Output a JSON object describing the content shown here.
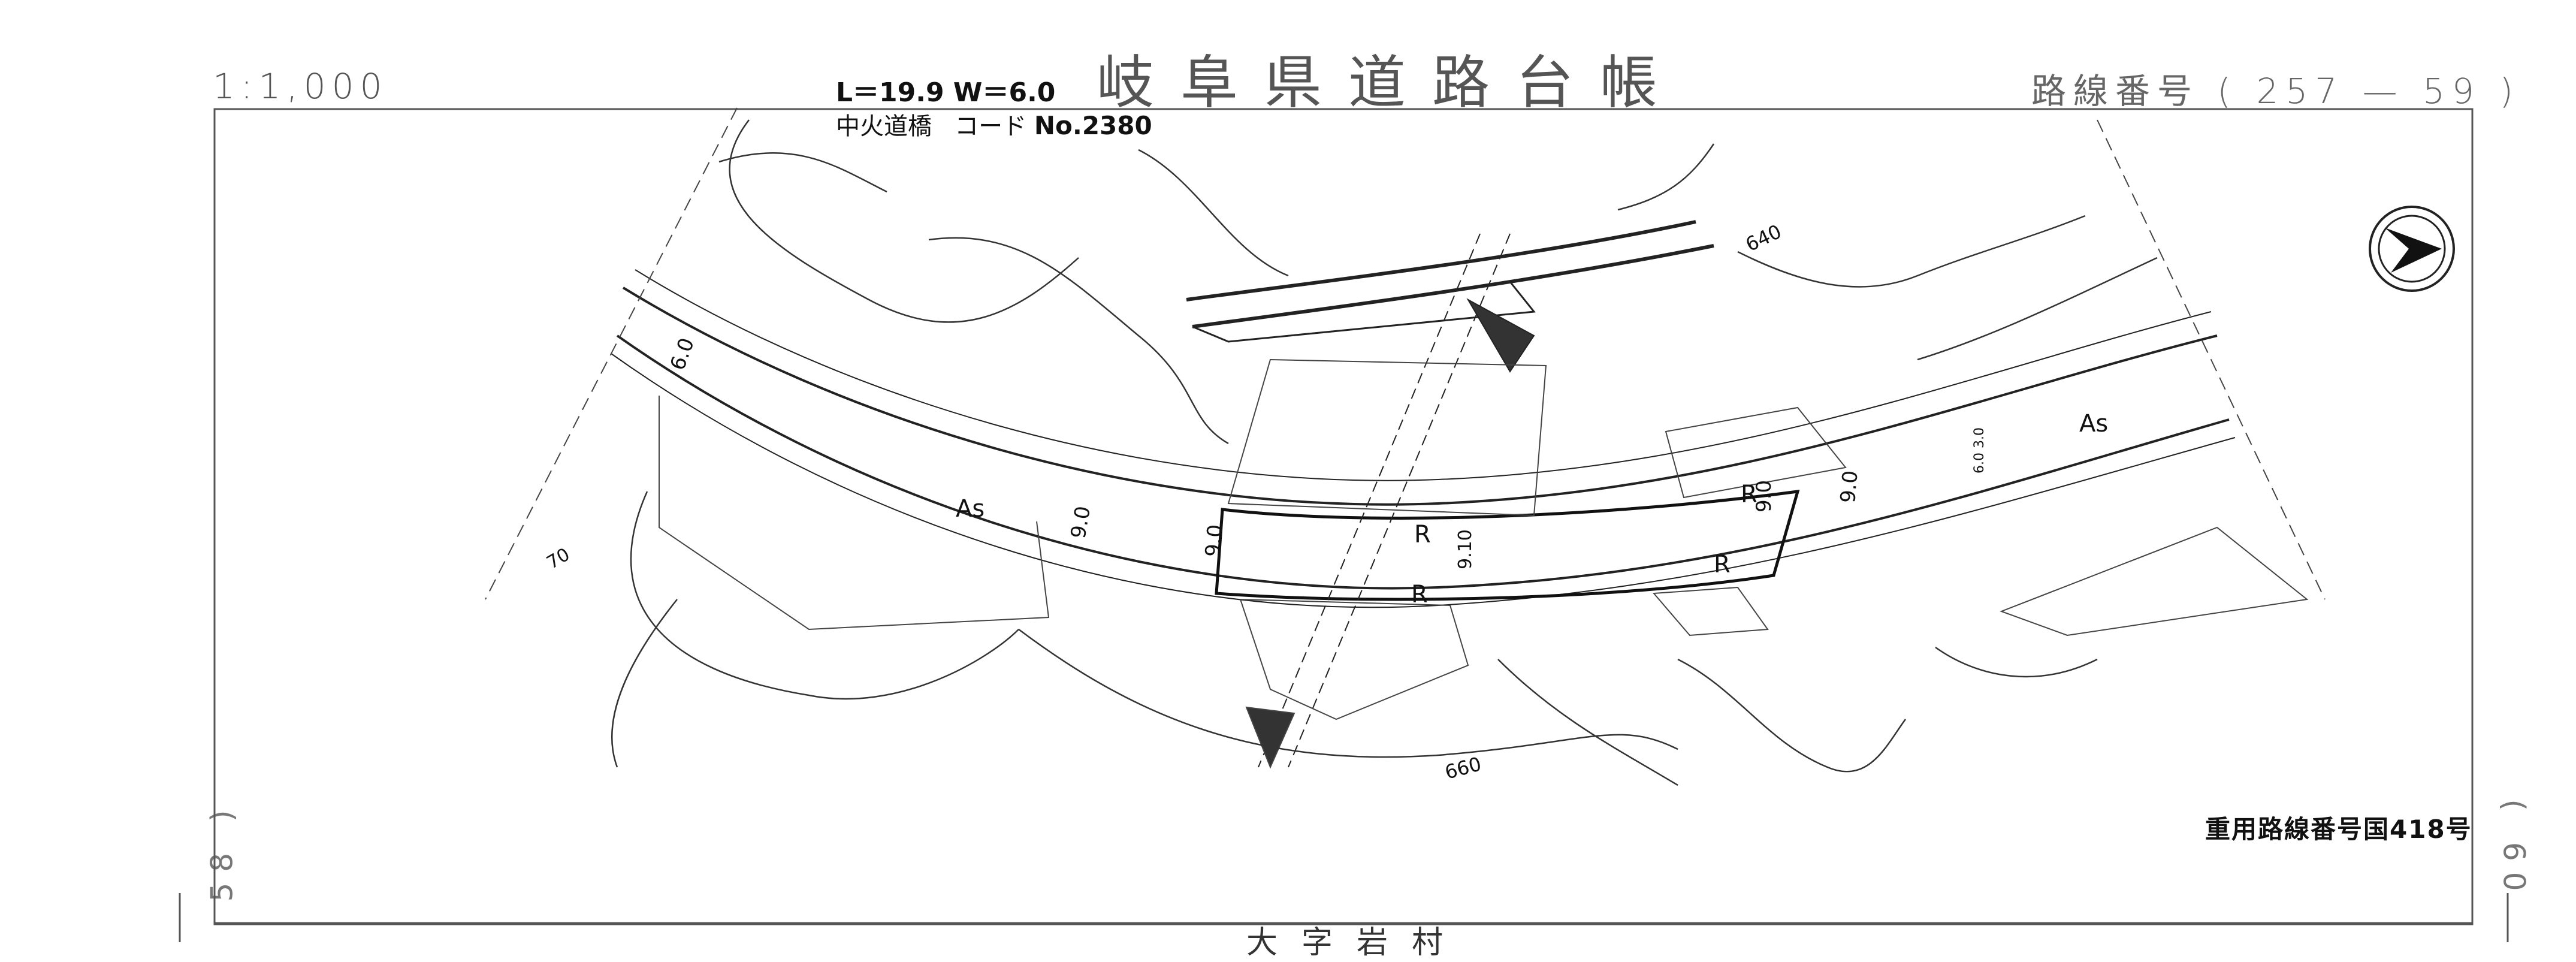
{
  "header": {
    "scale": "1:1,000",
    "title": "岐阜県道路台帳",
    "route_number": "路線番号 ( 257 — 59 )"
  },
  "bridge": {
    "dimensions": "L＝19.9  W＝6.0",
    "name_code": "中火道橋",
    "code_label": "コード",
    "code_number": "No.2380"
  },
  "labels": {
    "as_left": "As",
    "as_right": "As",
    "r_center_top": "R",
    "r_center_bottom": "R",
    "r_right_top": "R",
    "r_right_bottom": "R",
    "width_left": "6.0",
    "width_90_a": "9.0",
    "width_90_b": "9.0",
    "width_90_c": "9.10",
    "width_90_d": "9.0",
    "width_90_e": "9.0",
    "width_right_small": "6.0 3.0",
    "contour_640": "640",
    "contour_660": "660",
    "contour_70": "70"
  },
  "national_route": "重用路線番号国418号",
  "sheet_left": "58 )",
  "sheet_right": "( 60",
  "village": "大字岩村"
}
